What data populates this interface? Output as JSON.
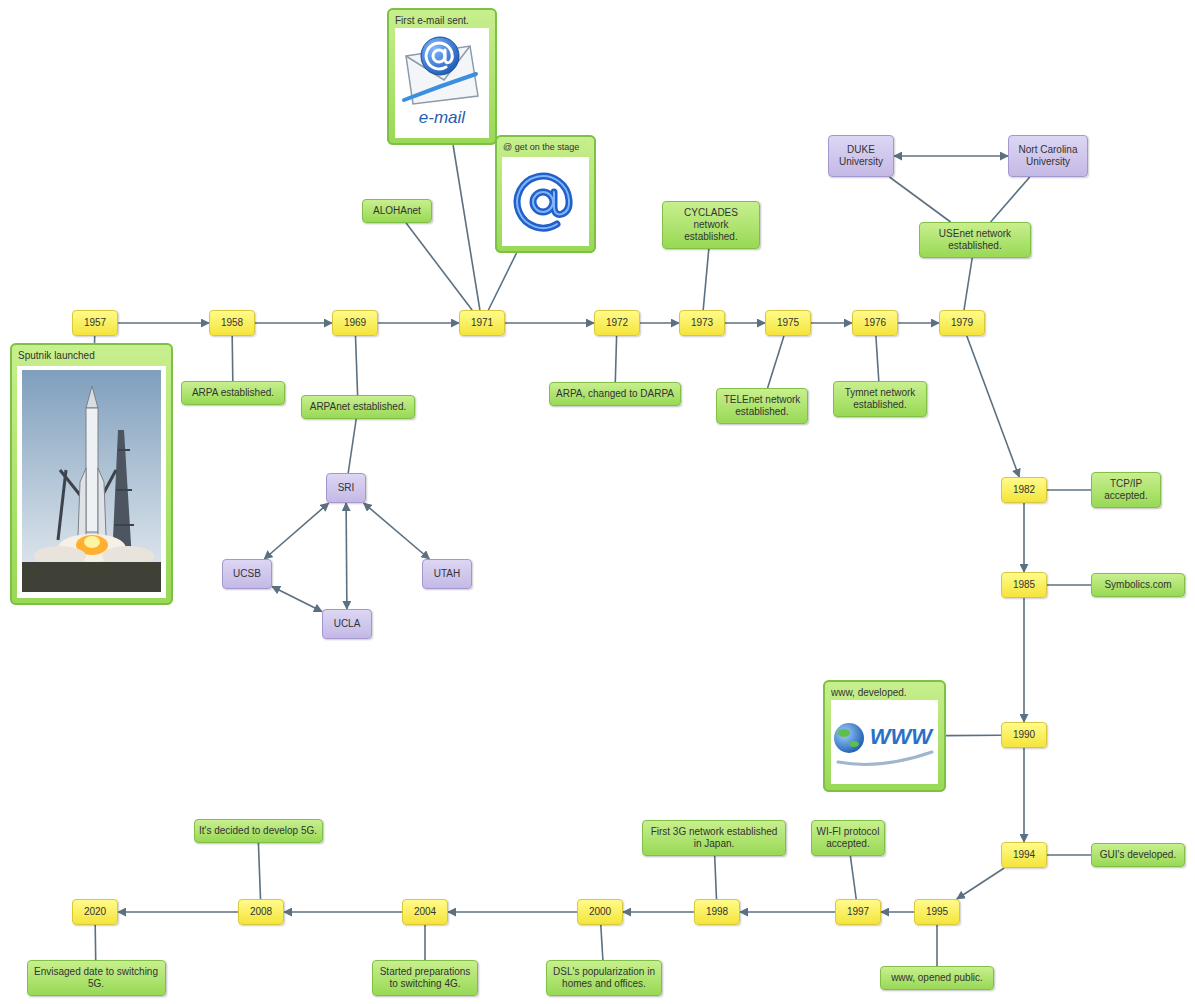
{
  "diagram": {
    "nodes": [
      {
        "text": [
          "1957"
        ]
      },
      {
        "text": [
          "Sputnik launched"
        ]
      },
      {
        "text": [
          "1958"
        ]
      },
      {
        "text": [
          "ARPA established."
        ]
      },
      {
        "text": [
          "1969"
        ]
      },
      {
        "text": [
          "ARPAnet established."
        ]
      },
      {
        "text": [
          "SRI"
        ]
      },
      {
        "text": [
          "UCSB"
        ]
      },
      {
        "text": [
          "UTAH"
        ]
      },
      {
        "text": [
          "UCLA"
        ]
      },
      {
        "text": [
          "1971"
        ]
      },
      {
        "text": [
          "ALOHAnet"
        ]
      },
      {
        "text": [
          "First e-mail sent."
        ]
      },
      {
        "text": [
          "@ get on the stage"
        ]
      },
      {
        "text": [
          "1972"
        ]
      },
      {
        "text": [
          "ARPA, changed to DARPA"
        ]
      },
      {
        "text": [
          "1973"
        ]
      },
      {
        "text": [
          "CYCLADES network established."
        ]
      },
      {
        "text": [
          "1975"
        ]
      },
      {
        "text": [
          "TELEnet network established."
        ]
      },
      {
        "text": [
          "1976"
        ]
      },
      {
        "text": [
          "Tymnet network established."
        ]
      },
      {
        "text": [
          "1979"
        ]
      },
      {
        "text": [
          "DUKE University"
        ]
      },
      {
        "text": [
          "Nort Carolina University"
        ]
      },
      {
        "text": [
          "USEnet network established."
        ]
      },
      {
        "text": [
          "1982"
        ]
      },
      {
        "text": [
          "TCP/IP accepted."
        ]
      },
      {
        "text": [
          "1985"
        ]
      },
      {
        "text": [
          "Symbolics.com"
        ]
      },
      {
        "text": [
          "1990"
        ]
      },
      {
        "text": [
          "www, developed."
        ]
      },
      {
        "text": [
          "1994"
        ]
      },
      {
        "text": [
          "GUI's developed."
        ]
      },
      {
        "text": [
          "1995"
        ]
      },
      {
        "text": [
          "www, opened public."
        ]
      },
      {
        "text": [
          "1997"
        ]
      },
      {
        "text": [
          "WI-FI protocol accepted."
        ]
      },
      {
        "text": [
          "1998"
        ]
      },
      {
        "text": [
          "First 3G network established in Japan."
        ]
      },
      {
        "text": [
          "2000"
        ]
      },
      {
        "text": [
          "DSL's popularization in homes and offices."
        ]
      },
      {
        "text": [
          "2004"
        ]
      },
      {
        "text": [
          "Started preparations to switching 4G."
        ]
      },
      {
        "text": [
          "2008"
        ]
      },
      {
        "text": [
          "It's decided to develop 5G."
        ]
      },
      {
        "text": [
          "2020"
        ]
      },
      {
        "text": [
          "Envisaged date to switching 5G."
        ]
      }
    ],
    "edges": [
      {
        "from": 0,
        "to": 2,
        "arrow": "to"
      },
      {
        "from": 2,
        "to": 4,
        "arrow": "to"
      },
      {
        "from": 4,
        "to": 10,
        "arrow": "to"
      },
      {
        "from": 10,
        "to": 14,
        "arrow": "to"
      },
      {
        "from": 14,
        "to": 16,
        "arrow": "to"
      },
      {
        "from": 16,
        "to": 18,
        "arrow": "to"
      },
      {
        "from": 18,
        "to": 20,
        "arrow": "to"
      },
      {
        "from": 20,
        "to": 22,
        "arrow": "to"
      },
      {
        "from": 22,
        "to": 26,
        "arrow": "to"
      },
      {
        "from": 26,
        "to": 28,
        "arrow": "to"
      },
      {
        "from": 28,
        "to": 30,
        "arrow": "to"
      },
      {
        "from": 30,
        "to": 32,
        "arrow": "to"
      },
      {
        "from": 32,
        "to": 34,
        "arrow": "to"
      },
      {
        "from": 34,
        "to": 36,
        "arrow": "to"
      },
      {
        "from": 36,
        "to": 38,
        "arrow": "to"
      },
      {
        "from": 38,
        "to": 40,
        "arrow": "to"
      },
      {
        "from": 40,
        "to": 42,
        "arrow": "to"
      },
      {
        "from": 42,
        "to": 44,
        "arrow": "to"
      },
      {
        "from": 44,
        "to": 46,
        "arrow": "to"
      },
      {
        "from": 0,
        "to": 1,
        "arrow": "none"
      },
      {
        "from": 2,
        "to": 3,
        "arrow": "none"
      },
      {
        "from": 4,
        "to": 5,
        "arrow": "none"
      },
      {
        "from": 5,
        "to": 6,
        "arrow": "none"
      },
      {
        "from": 6,
        "to": 7,
        "arrow": "both"
      },
      {
        "from": 6,
        "to": 8,
        "arrow": "both"
      },
      {
        "from": 6,
        "to": 9,
        "arrow": "both"
      },
      {
        "from": 7,
        "to": 9,
        "arrow": "both"
      },
      {
        "from": 10,
        "to": 11,
        "arrow": "none"
      },
      {
        "from": 10,
        "to": 12,
        "arrow": "none"
      },
      {
        "from": 10,
        "to": 13,
        "arrow": "none"
      },
      {
        "from": 14,
        "to": 15,
        "arrow": "none"
      },
      {
        "from": 16,
        "to": 17,
        "arrow": "none"
      },
      {
        "from": 18,
        "to": 19,
        "arrow": "none"
      },
      {
        "from": 20,
        "to": 21,
        "arrow": "none"
      },
      {
        "from": 22,
        "to": 25,
        "arrow": "none"
      },
      {
        "from": 25,
        "to": 23,
        "arrow": "none"
      },
      {
        "from": 25,
        "to": 24,
        "arrow": "none"
      },
      {
        "from": 23,
        "to": 24,
        "arrow": "both"
      },
      {
        "from": 26,
        "to": 27,
        "arrow": "none"
      },
      {
        "from": 28,
        "to": 29,
        "arrow": "none"
      },
      {
        "from": 30,
        "to": 31,
        "arrow": "none"
      },
      {
        "from": 32,
        "to": 33,
        "arrow": "none"
      },
      {
        "from": 34,
        "to": 35,
        "arrow": "none"
      },
      {
        "from": 36,
        "to": 37,
        "arrow": "none"
      },
      {
        "from": 38,
        "to": 39,
        "arrow": "none"
      },
      {
        "from": 40,
        "to": 41,
        "arrow": "none"
      },
      {
        "from": 42,
        "to": 43,
        "arrow": "none"
      },
      {
        "from": 44,
        "to": 45,
        "arrow": "none"
      },
      {
        "from": 46,
        "to": 47,
        "arrow": "none"
      }
    ],
    "labels": [
      "e-mail",
      "WWW"
    ]
  }
}
